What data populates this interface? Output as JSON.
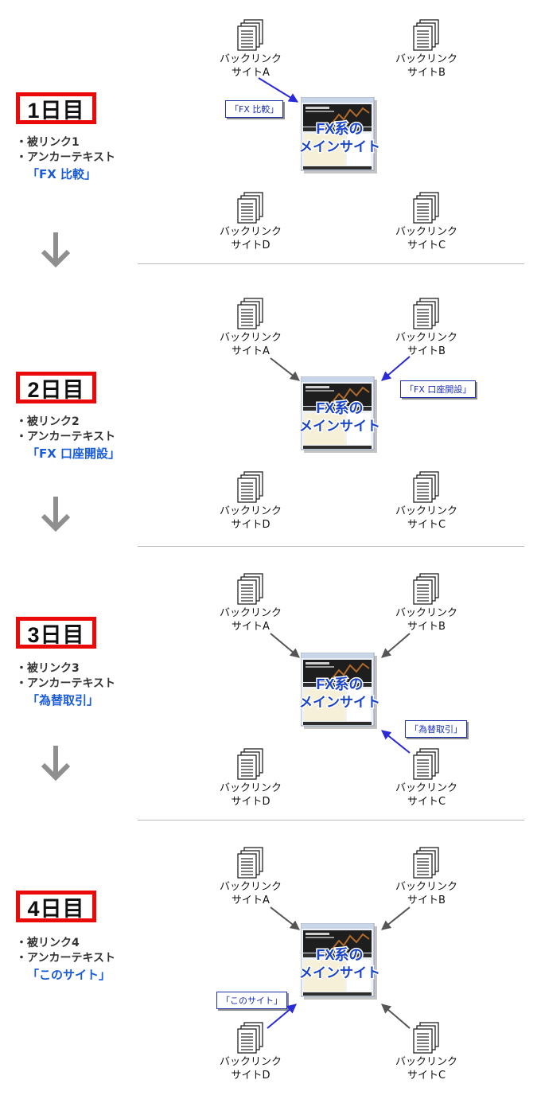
{
  "site_label": {
    "line1": "バックリンク",
    "prefix": "サイト"
  },
  "site_letters": {
    "A": "A",
    "B": "B",
    "C": "C",
    "D": "D"
  },
  "main_site": {
    "line1": "FX系の",
    "line2": "メインサイト"
  },
  "steps": [
    {
      "day": "1日目",
      "backlinks": "・被リンク1",
      "anchor_heading": "・アンカーテキスト",
      "anchor": "「FX 比較」",
      "tag": "「FX 比較」"
    },
    {
      "day": "2日目",
      "backlinks": "・被リンク2",
      "anchor_heading": "・アンカーテキスト",
      "anchor": "「FX 口座開設」",
      "tag": "「FX 口座開設」"
    },
    {
      "day": "3日目",
      "backlinks": "・被リンク3",
      "anchor_heading": "・アンカーテキスト",
      "anchor": "「為替取引」",
      "tag": "「為替取引」"
    },
    {
      "day": "4日目",
      "backlinks": "・被リンク4",
      "anchor_heading": "・アンカーテキスト",
      "anchor": "「このサイト」",
      "tag": "「このサイト」"
    }
  ],
  "colors": {
    "badge_border": "#ea0a0a",
    "anchor_text": "#1a5bd8",
    "new_link_arrow": "#2a2ad8",
    "old_link_arrow": "#555555"
  },
  "icons": {
    "document": "document-stack-icon",
    "down": "down-arrow-icon"
  }
}
